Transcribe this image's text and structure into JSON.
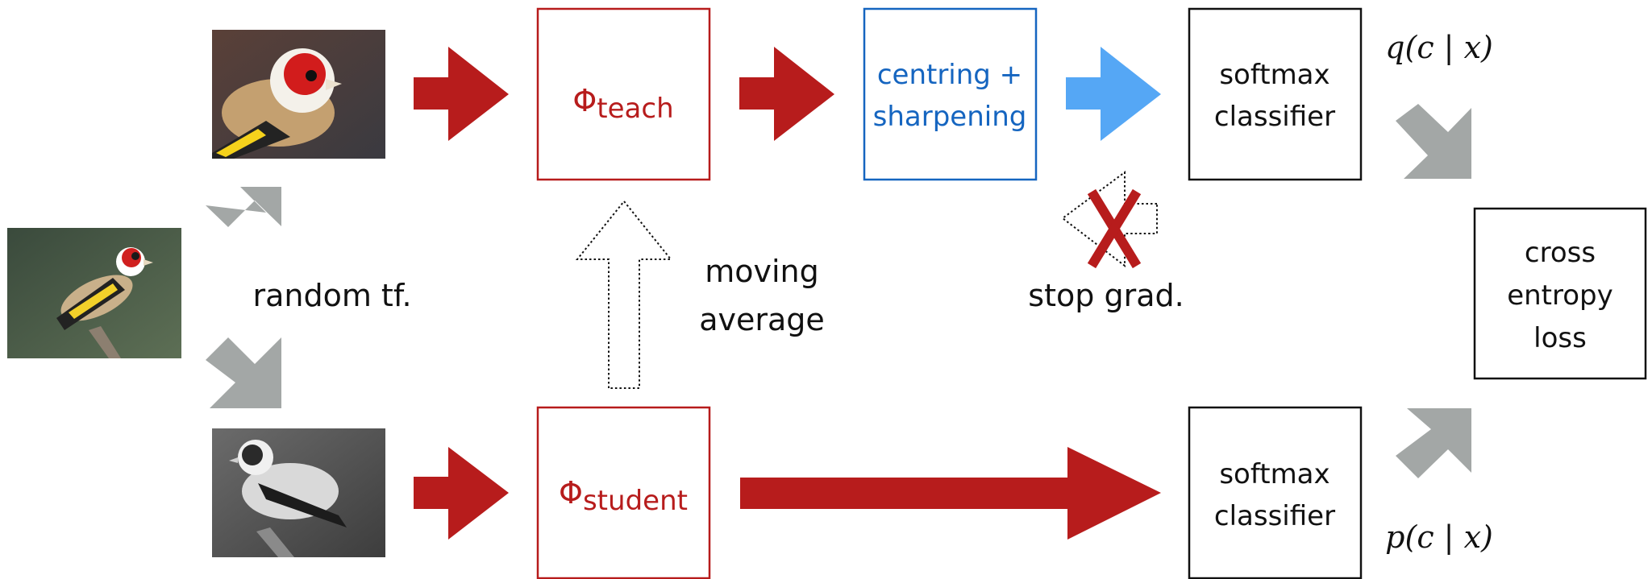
{
  "colors": {
    "red": "#b71c1c",
    "blue": "#1565c0",
    "blue_arrow": "#55a7f5",
    "gray_arrow": "#a3a7a6",
    "black": "#111111"
  },
  "images": {
    "original": "goldfinch-color-photo",
    "teacher_view": "goldfinch-color-crop-photo",
    "student_view": "goldfinch-grayscale-photo"
  },
  "labels": {
    "random_tf": "random tf.",
    "moving": "moving",
    "average": "average",
    "stop_grad": "stop grad.",
    "q": "q(c | x)",
    "p": "p(c | x)"
  },
  "boxes": {
    "teach_symbol": "Φ",
    "teach_sub": "teach",
    "student_symbol": "Φ",
    "student_sub": "student",
    "centring_line1": "centring +",
    "centring_line2": "sharpening",
    "softmax_line1": "softmax",
    "softmax_line2": "classifier",
    "loss_line1": "cross",
    "loss_line2": "entropy",
    "loss_line3": "loss"
  }
}
